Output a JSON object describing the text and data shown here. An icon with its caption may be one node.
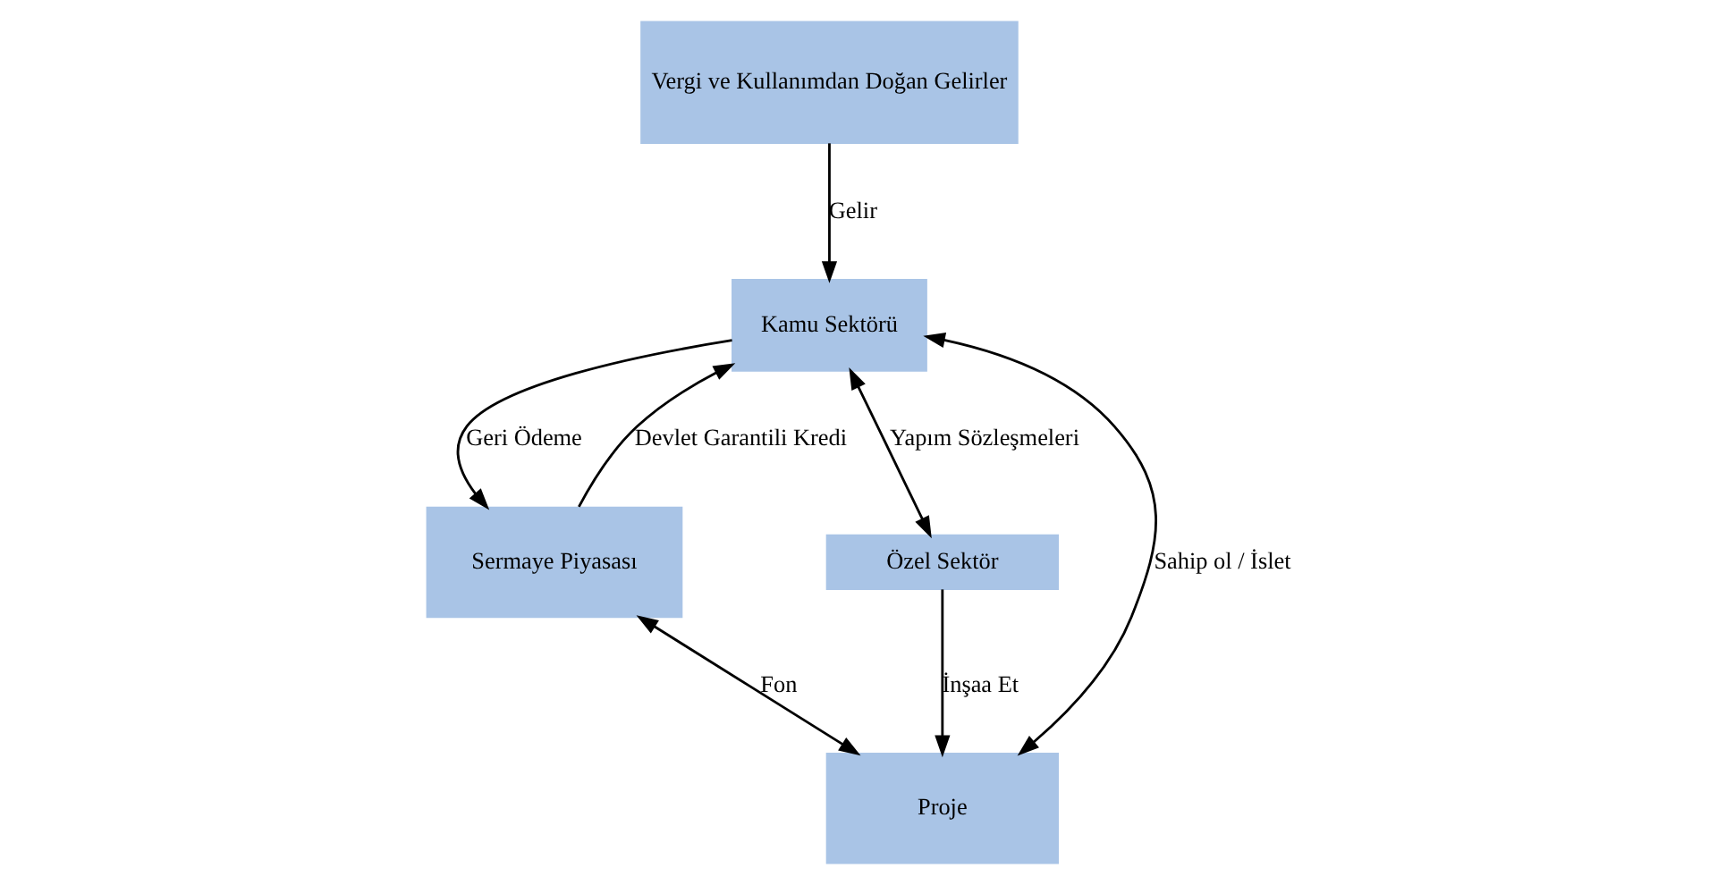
{
  "diagram": {
    "nodes": [
      {
        "text": [
          "Vergi ve Kullanımdan Doğan Gelirler"
        ]
      },
      {
        "text": [
          "Kamu Sektörü"
        ]
      },
      {
        "text": [
          "Sermaye Piyasası"
        ]
      },
      {
        "text": [
          "Özel Sektör"
        ]
      },
      {
        "text": [
          "Proje"
        ]
      }
    ],
    "edges": [
      {
        "from": 0,
        "to": 1,
        "arrow": "to",
        "label": "Gelir"
      },
      {
        "from": 2,
        "to": 1,
        "arrow": "to",
        "label": "Devlet Garantili Kredi"
      },
      {
        "from": 1,
        "to": 2,
        "arrow": "to",
        "label": "Geri Ödeme"
      },
      {
        "from": 1,
        "to": 3,
        "arrow": "both",
        "label": "Yapım Sözleşmeleri"
      },
      {
        "from": 1,
        "to": 4,
        "arrow": "both",
        "label": "Sahip ol / İslet"
      },
      {
        "from": 3,
        "to": 4,
        "arrow": "to",
        "label": "İnşaa Et"
      },
      {
        "from": 2,
        "to": 4,
        "arrow": "both",
        "label": "Fon"
      }
    ]
  }
}
